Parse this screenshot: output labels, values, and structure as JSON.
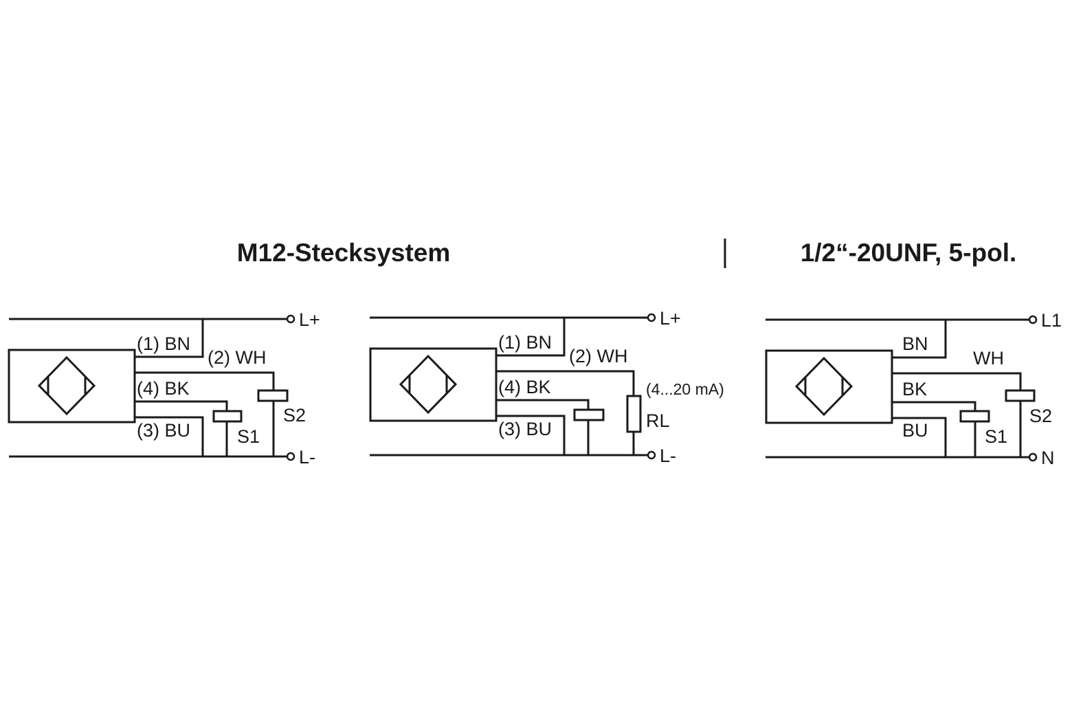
{
  "titles": {
    "m12": "M12-Stecksystem",
    "unf": "1/2“-20UNF, 5-pol."
  },
  "diagram1": {
    "sensor_icon": "inductive-sensor-symbol",
    "wire_bn": "(1) BN",
    "wire_wh": "(2) WH",
    "wire_bk": "(4) BK",
    "wire_bu": "(3) BU",
    "load_s1": "S1",
    "load_s2": "S2",
    "term_plus": "L+",
    "term_minus": "L-"
  },
  "diagram2": {
    "sensor_icon": "inductive-sensor-symbol",
    "wire_bn": "(1) BN",
    "wire_wh": "(2) WH",
    "wire_bk": "(4) BK",
    "wire_bu": "(3) BU",
    "current_range": "(4...20 mA)",
    "resistor_rl": "RL",
    "term_plus": "L+",
    "term_minus": "L-"
  },
  "diagram3": {
    "sensor_icon": "inductive-sensor-symbol",
    "wire_bn": "BN",
    "wire_wh": "WH",
    "wire_bk": "BK",
    "wire_bu": "BU",
    "load_s1": "S1",
    "load_s2": "S2",
    "term_l1": "L1",
    "term_n": "N"
  },
  "colors": {
    "line": "#1a1a1a",
    "background": "#ffffff"
  }
}
